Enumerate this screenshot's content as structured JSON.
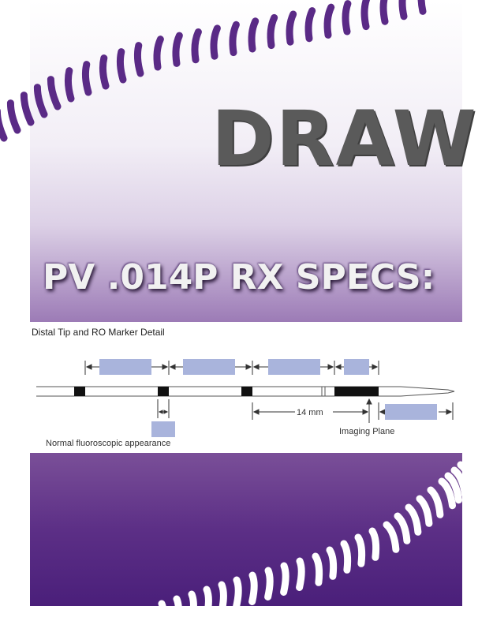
{
  "header": {
    "title": "DRAW",
    "subtitle": "PV .014P RX SPECS:"
  },
  "diagram": {
    "caption": "Distal Tip and RO Marker Detail",
    "dimension_label": "14 mm",
    "imaging_plane_label": "Imaging Plane",
    "normal_appearance_label": "Normal fluoroscopic appearance"
  },
  "colors": {
    "brand_purple": "#4a1f7a",
    "stitch_purple": "#5a2a86",
    "title_gray": "#5a5a5a",
    "label_box_blue": "#a9b4dc",
    "marker_black": "#111111"
  }
}
